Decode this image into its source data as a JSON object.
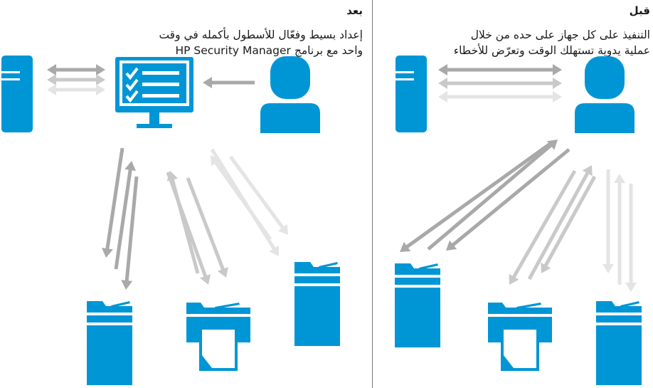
{
  "before": {
    "heading": "قبل",
    "description_line1": "التنفيذ على كل جهاز على حده من خلال",
    "description_line2": "عملية يدوية تستهلك الوقت وتعرّض للأخطاء"
  },
  "after": {
    "heading": "بعد",
    "description_line1": "إعداد بسيط وفعّال للأسطول بأكمله في وقت",
    "description_line2": "واحد مع برنامج HP Security Manager"
  },
  "colors": {
    "device_blue": "#0096d6",
    "arrow_dark": "#a9a9a9",
    "arrow_mid": "#c9c9c9",
    "arrow_light": "#e4e4e4"
  },
  "icons": [
    "server-icon",
    "monitor-checklist-icon",
    "user-icon",
    "multifunction-printer-icon",
    "printer-icon"
  ]
}
